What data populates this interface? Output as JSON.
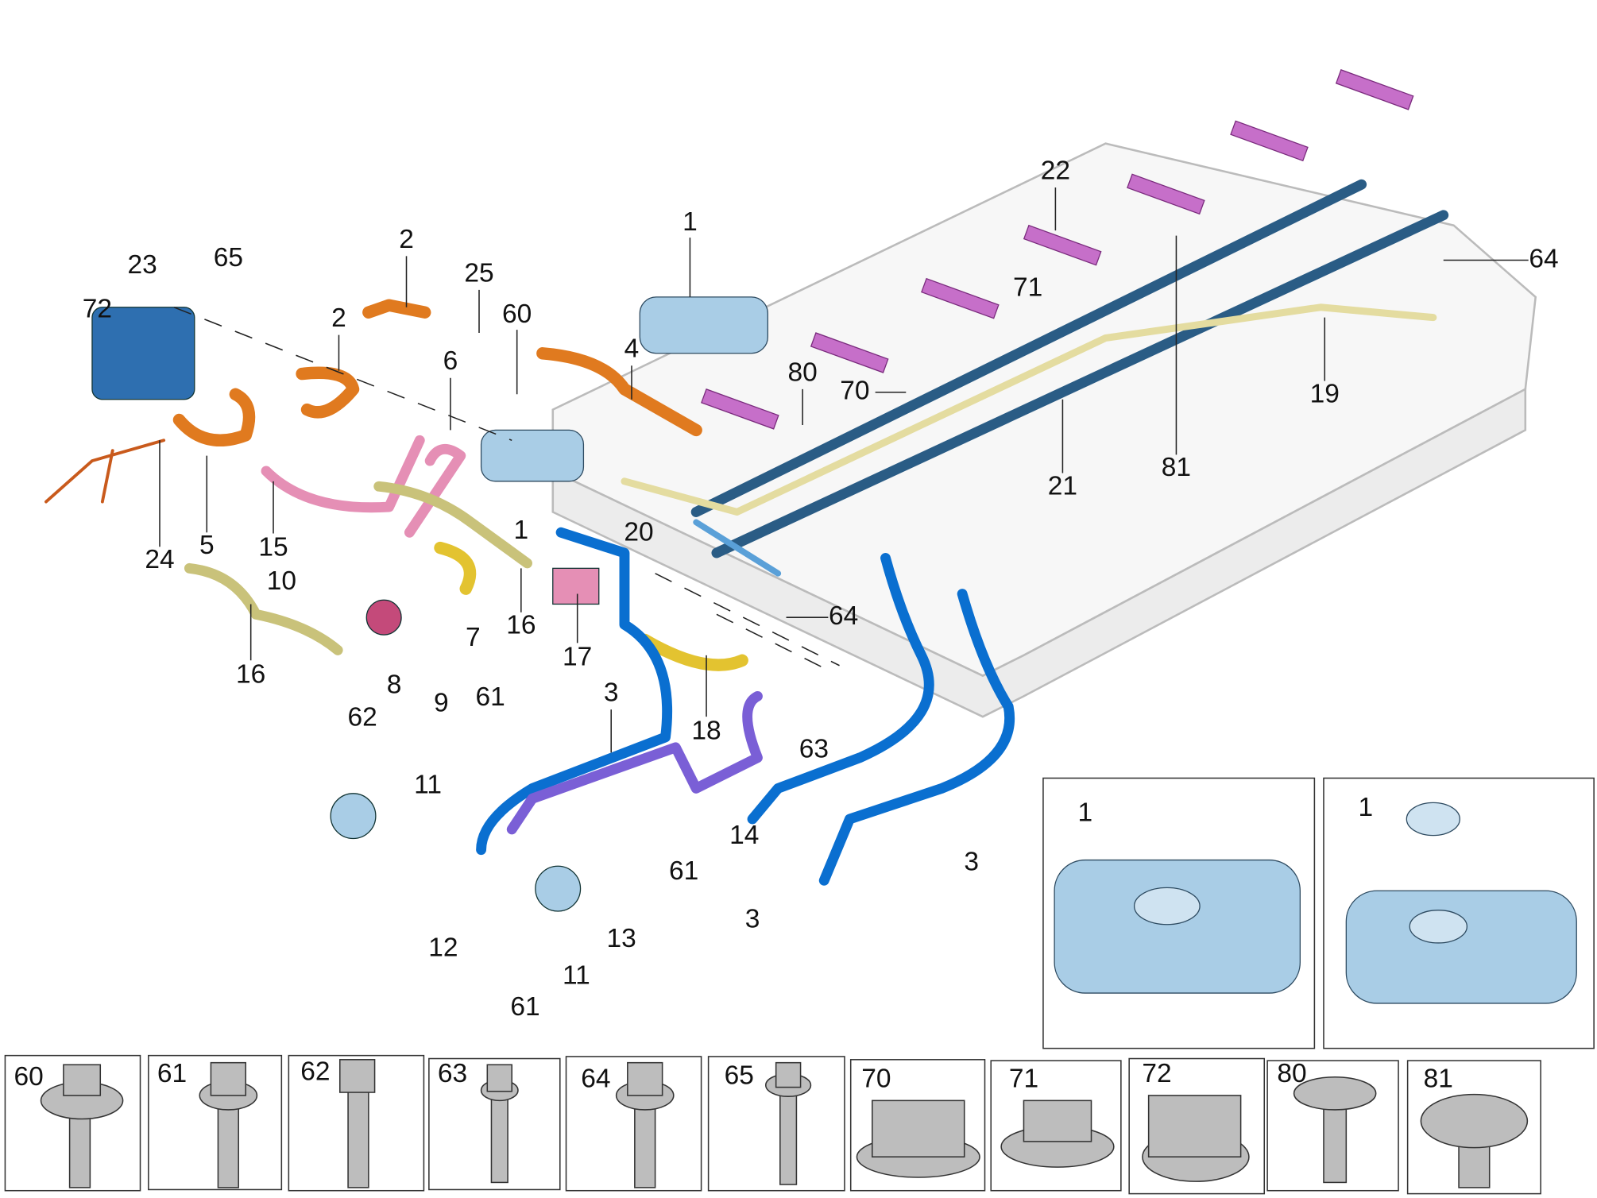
{
  "diagram": {
    "callouts": [
      "1",
      "23",
      "65",
      "72",
      "2",
      "2",
      "25",
      "60",
      "6",
      "4",
      "1",
      "5",
      "15",
      "24",
      "10",
      "16",
      "62",
      "8",
      "9",
      "61",
      "7",
      "16",
      "17",
      "18",
      "3",
      "11",
      "63",
      "14",
      "3",
      "3",
      "61",
      "13",
      "12",
      "11",
      "61",
      "20",
      "64",
      "80",
      "70",
      "71",
      "22",
      "21",
      "81",
      "19",
      "64"
    ],
    "insets": [
      {
        "label": "1"
      },
      {
        "label": "1"
      }
    ],
    "fasteners": [
      "60",
      "61",
      "62",
      "63",
      "64",
      "65",
      "70",
      "71",
      "72",
      "80",
      "81"
    ]
  },
  "colors": {
    "blue_hose": "#0a6fd0",
    "orange_hose": "#e07a1f",
    "yellow_hose": "#e3c330",
    "olive_hose": "#c9c27a",
    "pink_hose": "#e58fb5",
    "purple_hose": "#7a5fd6",
    "magenta_clip": "#c66fc9",
    "rail": "#2a5c85",
    "tank": "#a9cde6"
  }
}
